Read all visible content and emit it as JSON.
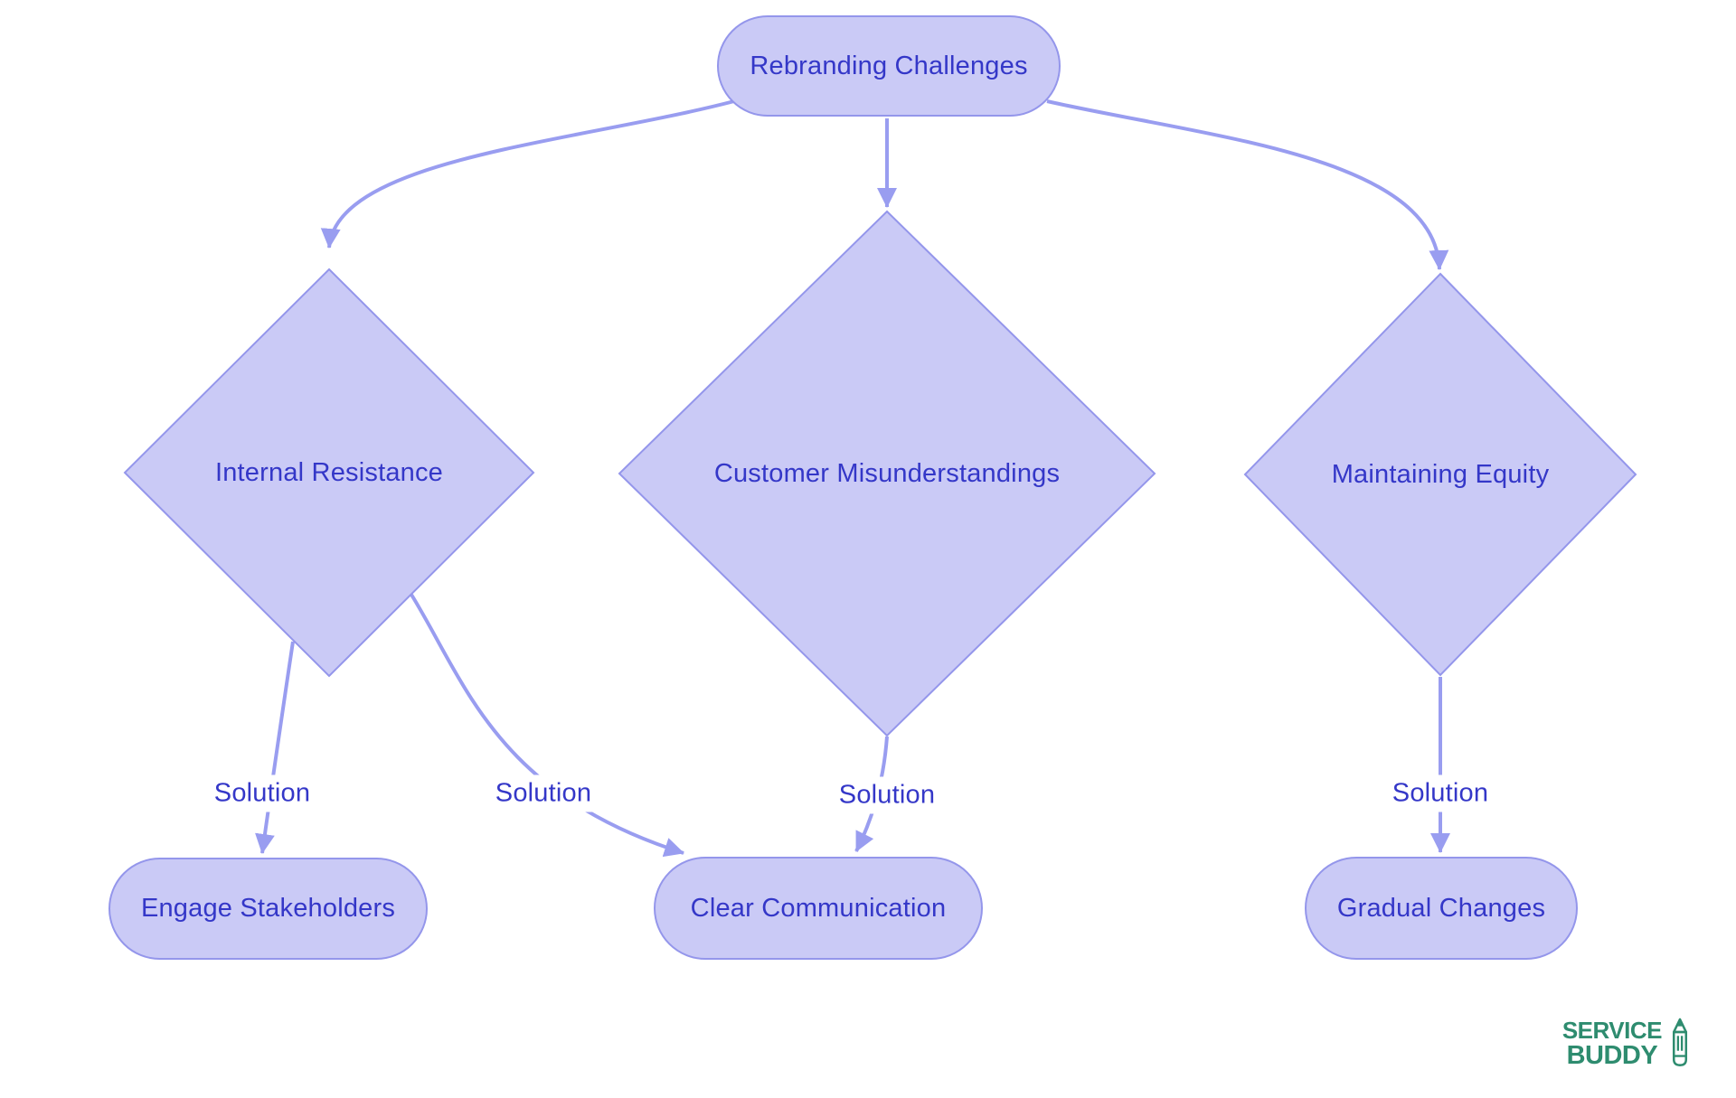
{
  "diagram": {
    "root": {
      "label": "Rebranding Challenges"
    },
    "challenges": [
      {
        "label": "Internal Resistance"
      },
      {
        "label": "Customer Misunderstandings"
      },
      {
        "label": "Maintaining Equity"
      }
    ],
    "solutions": [
      {
        "label": "Engage Stakeholders"
      },
      {
        "label": "Clear Communication"
      },
      {
        "label": "Gradual Changes"
      }
    ],
    "edge_labels": [
      {
        "label": "Solution"
      },
      {
        "label": "Solution"
      },
      {
        "label": "Solution"
      },
      {
        "label": "Solution"
      }
    ]
  },
  "logo": {
    "line1": "SERVICE",
    "line2": "BUDDY",
    "icon": "pencil-icon"
  },
  "colors": {
    "node_fill": "#cacaf6",
    "node_border": "#9496eb",
    "edge": "#999df0",
    "text": "#3437c8",
    "logo_green": "#2e8c6f",
    "background": "#ffffff"
  }
}
